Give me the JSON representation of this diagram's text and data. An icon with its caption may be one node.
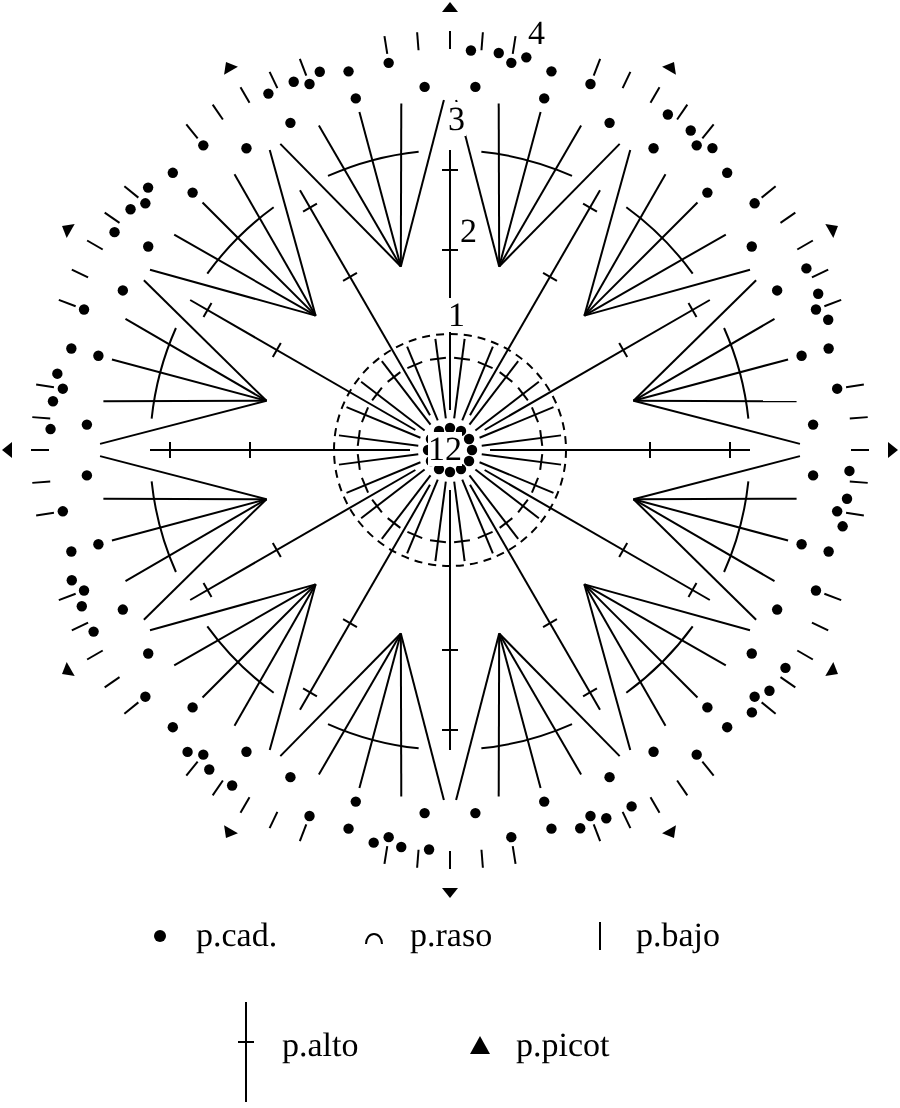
{
  "diagram": {
    "labels": [
      "4",
      "3",
      "2",
      "1",
      "12"
    ],
    "legend": [
      {
        "text": "p.cad."
      },
      {
        "text": "p.raso"
      },
      {
        "text": "p.bajo"
      },
      {
        "text": "p.alto"
      },
      {
        "text": "p.picot"
      }
    ]
  }
}
